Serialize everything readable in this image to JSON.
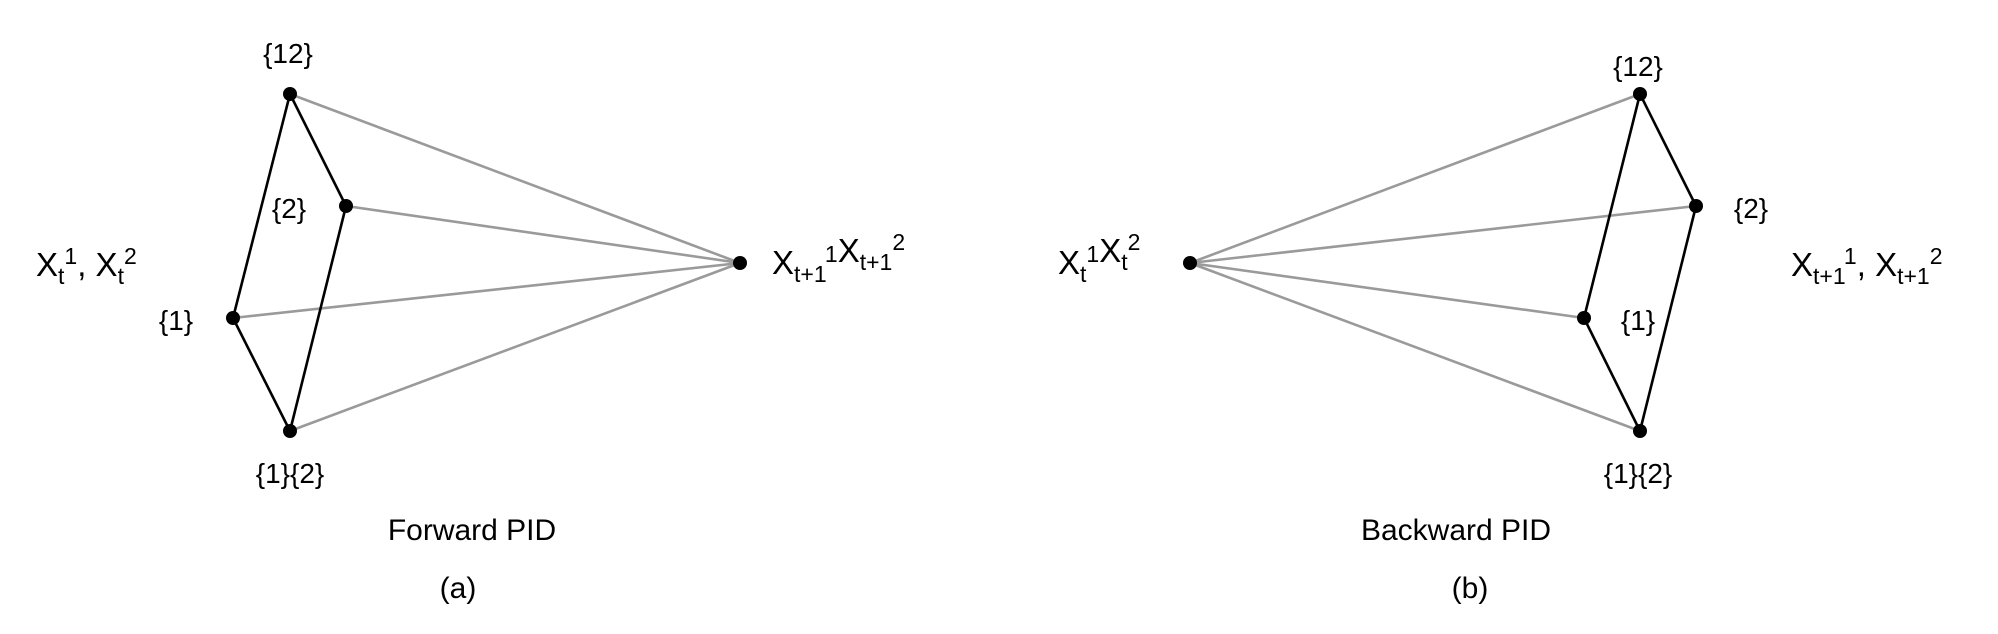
{
  "panels": [
    {
      "id": "forward",
      "caption": "Forward PID",
      "tag": "(a)",
      "source": {
        "base1": "X",
        "sub1": "t",
        "sup1": "1",
        "sep": ", ",
        "base2": "X",
        "sub2": "t",
        "sup2": "2"
      },
      "target": {
        "base1": "X",
        "sub1": "t+1",
        "sup1": "1",
        "sep": "",
        "base2": "X",
        "sub2": "t+1",
        "sup2": "2"
      },
      "nodes": [
        {
          "key": "n12",
          "label": "{12}"
        },
        {
          "key": "n2",
          "label": "{2}"
        },
        {
          "key": "n1",
          "label": "{1}"
        },
        {
          "key": "n1_2",
          "label": "{1}{2}"
        }
      ]
    },
    {
      "id": "backward",
      "caption": "Backward PID",
      "tag": "(b)",
      "source": {
        "base1": "X",
        "sub1": "t",
        "sup1": "1",
        "sep": "",
        "base2": "X",
        "sub2": "t",
        "sup2": "2"
      },
      "target": {
        "base1": "X",
        "sub1": "t+1",
        "sup1": "1",
        "sep": ", ",
        "base2": "X",
        "sub2": "t+1",
        "sup2": "2"
      },
      "nodes": [
        {
          "key": "n12",
          "label": "{12}"
        },
        {
          "key": "n2",
          "label": "{2}"
        },
        {
          "key": "n1",
          "label": "{1}"
        },
        {
          "key": "n1_2",
          "label": "{1}{2}"
        }
      ]
    }
  ],
  "colors": {
    "lattice_edge": "#000000",
    "flow_edge": "#9a9a9a",
    "node": "#000000"
  }
}
